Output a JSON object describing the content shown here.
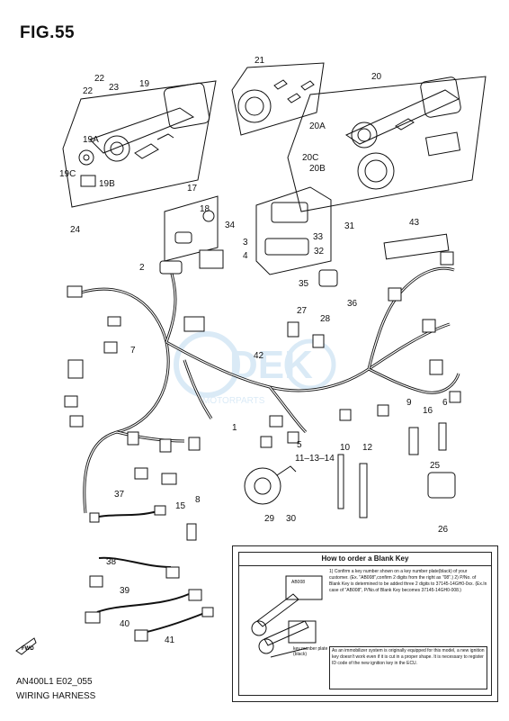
{
  "figure": {
    "title": "FIG.55",
    "code": "AN400L1 E02_055",
    "name": "WIRING HARNESS"
  },
  "callouts": [
    "1",
    "2",
    "3",
    "4",
    "5",
    "6",
    "7",
    "8",
    "9",
    "10",
    "11–13–14",
    "12",
    "15",
    "16",
    "17",
    "18",
    "19",
    "19A",
    "19B",
    "19C",
    "20",
    "20A",
    "20B",
    "20C",
    "21",
    "22",
    "22",
    "23",
    "24",
    "25",
    "26",
    "27",
    "28",
    "29",
    "30",
    "31",
    "32",
    "33",
    "34",
    "35",
    "36",
    "37",
    "38",
    "39",
    "40",
    "41",
    "42",
    "43"
  ],
  "infobox": {
    "title": "How to order a Blank Key",
    "key_code": "AB008",
    "steps": "1) Confirm a key number shown on a key number plate(black) of your customer. (Ex. \"AB008\",confirm 2 digits from the right as \"08\".) 2) P/No. of Blank Key is determined to be added three 2 digits to 37145-14GH0-0xx. (Ex.In case of \"AB008\", P/No.of Blank Key becomes 37145-14GH0-008.)",
    "note": "As an immobilizer system is originally equipped for this model, a new ignition key doesn't work even if it is cut in a proper shape. It is necessary to register ID code of the new ignition key in the ECU.",
    "plate_caption": "key number plate (black)"
  },
  "forward_label": "FWD",
  "watermark": "MOTORPARTS"
}
